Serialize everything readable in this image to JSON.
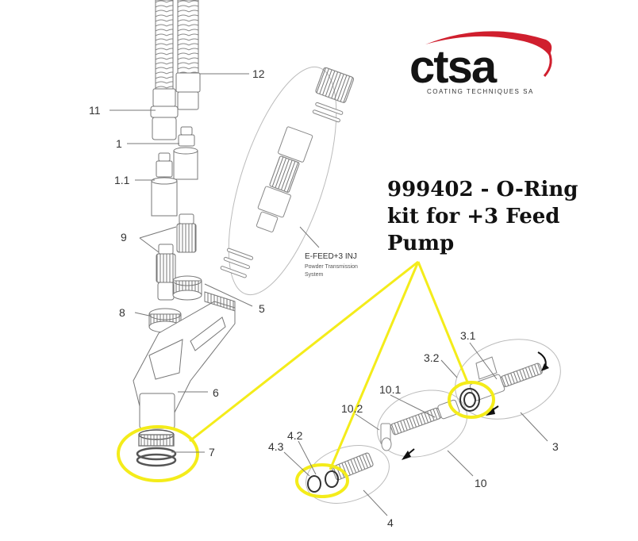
{
  "logo": {
    "brand": "ctsa",
    "tagline": "COATING TECHNIQUES SA",
    "colors": {
      "swoosh": "#d01f2e",
      "text": "#141414"
    }
  },
  "callout": {
    "lines": [
      "999402 - O-Ring",
      "kit for +3 Feed",
      "Pump"
    ],
    "highlight_color": "#f4ec1a"
  },
  "system_label": {
    "title": "E-FEED+3 INJ",
    "subtitle_1": "Powder Transmission",
    "subtitle_2": "System"
  },
  "part_labels": {
    "p12": "12",
    "p11": "11",
    "p1": "1",
    "p1_1": "1.1",
    "p9": "9",
    "p5": "5",
    "p8": "8",
    "p6": "6",
    "p7": "7",
    "p3_1": "3.1",
    "p3_2": "3.2",
    "p3": "3",
    "p10_1": "10.1",
    "p10_2": "10.2",
    "p10": "10",
    "p4_2": "4.2",
    "p4_3": "4.3",
    "p4": "4"
  }
}
